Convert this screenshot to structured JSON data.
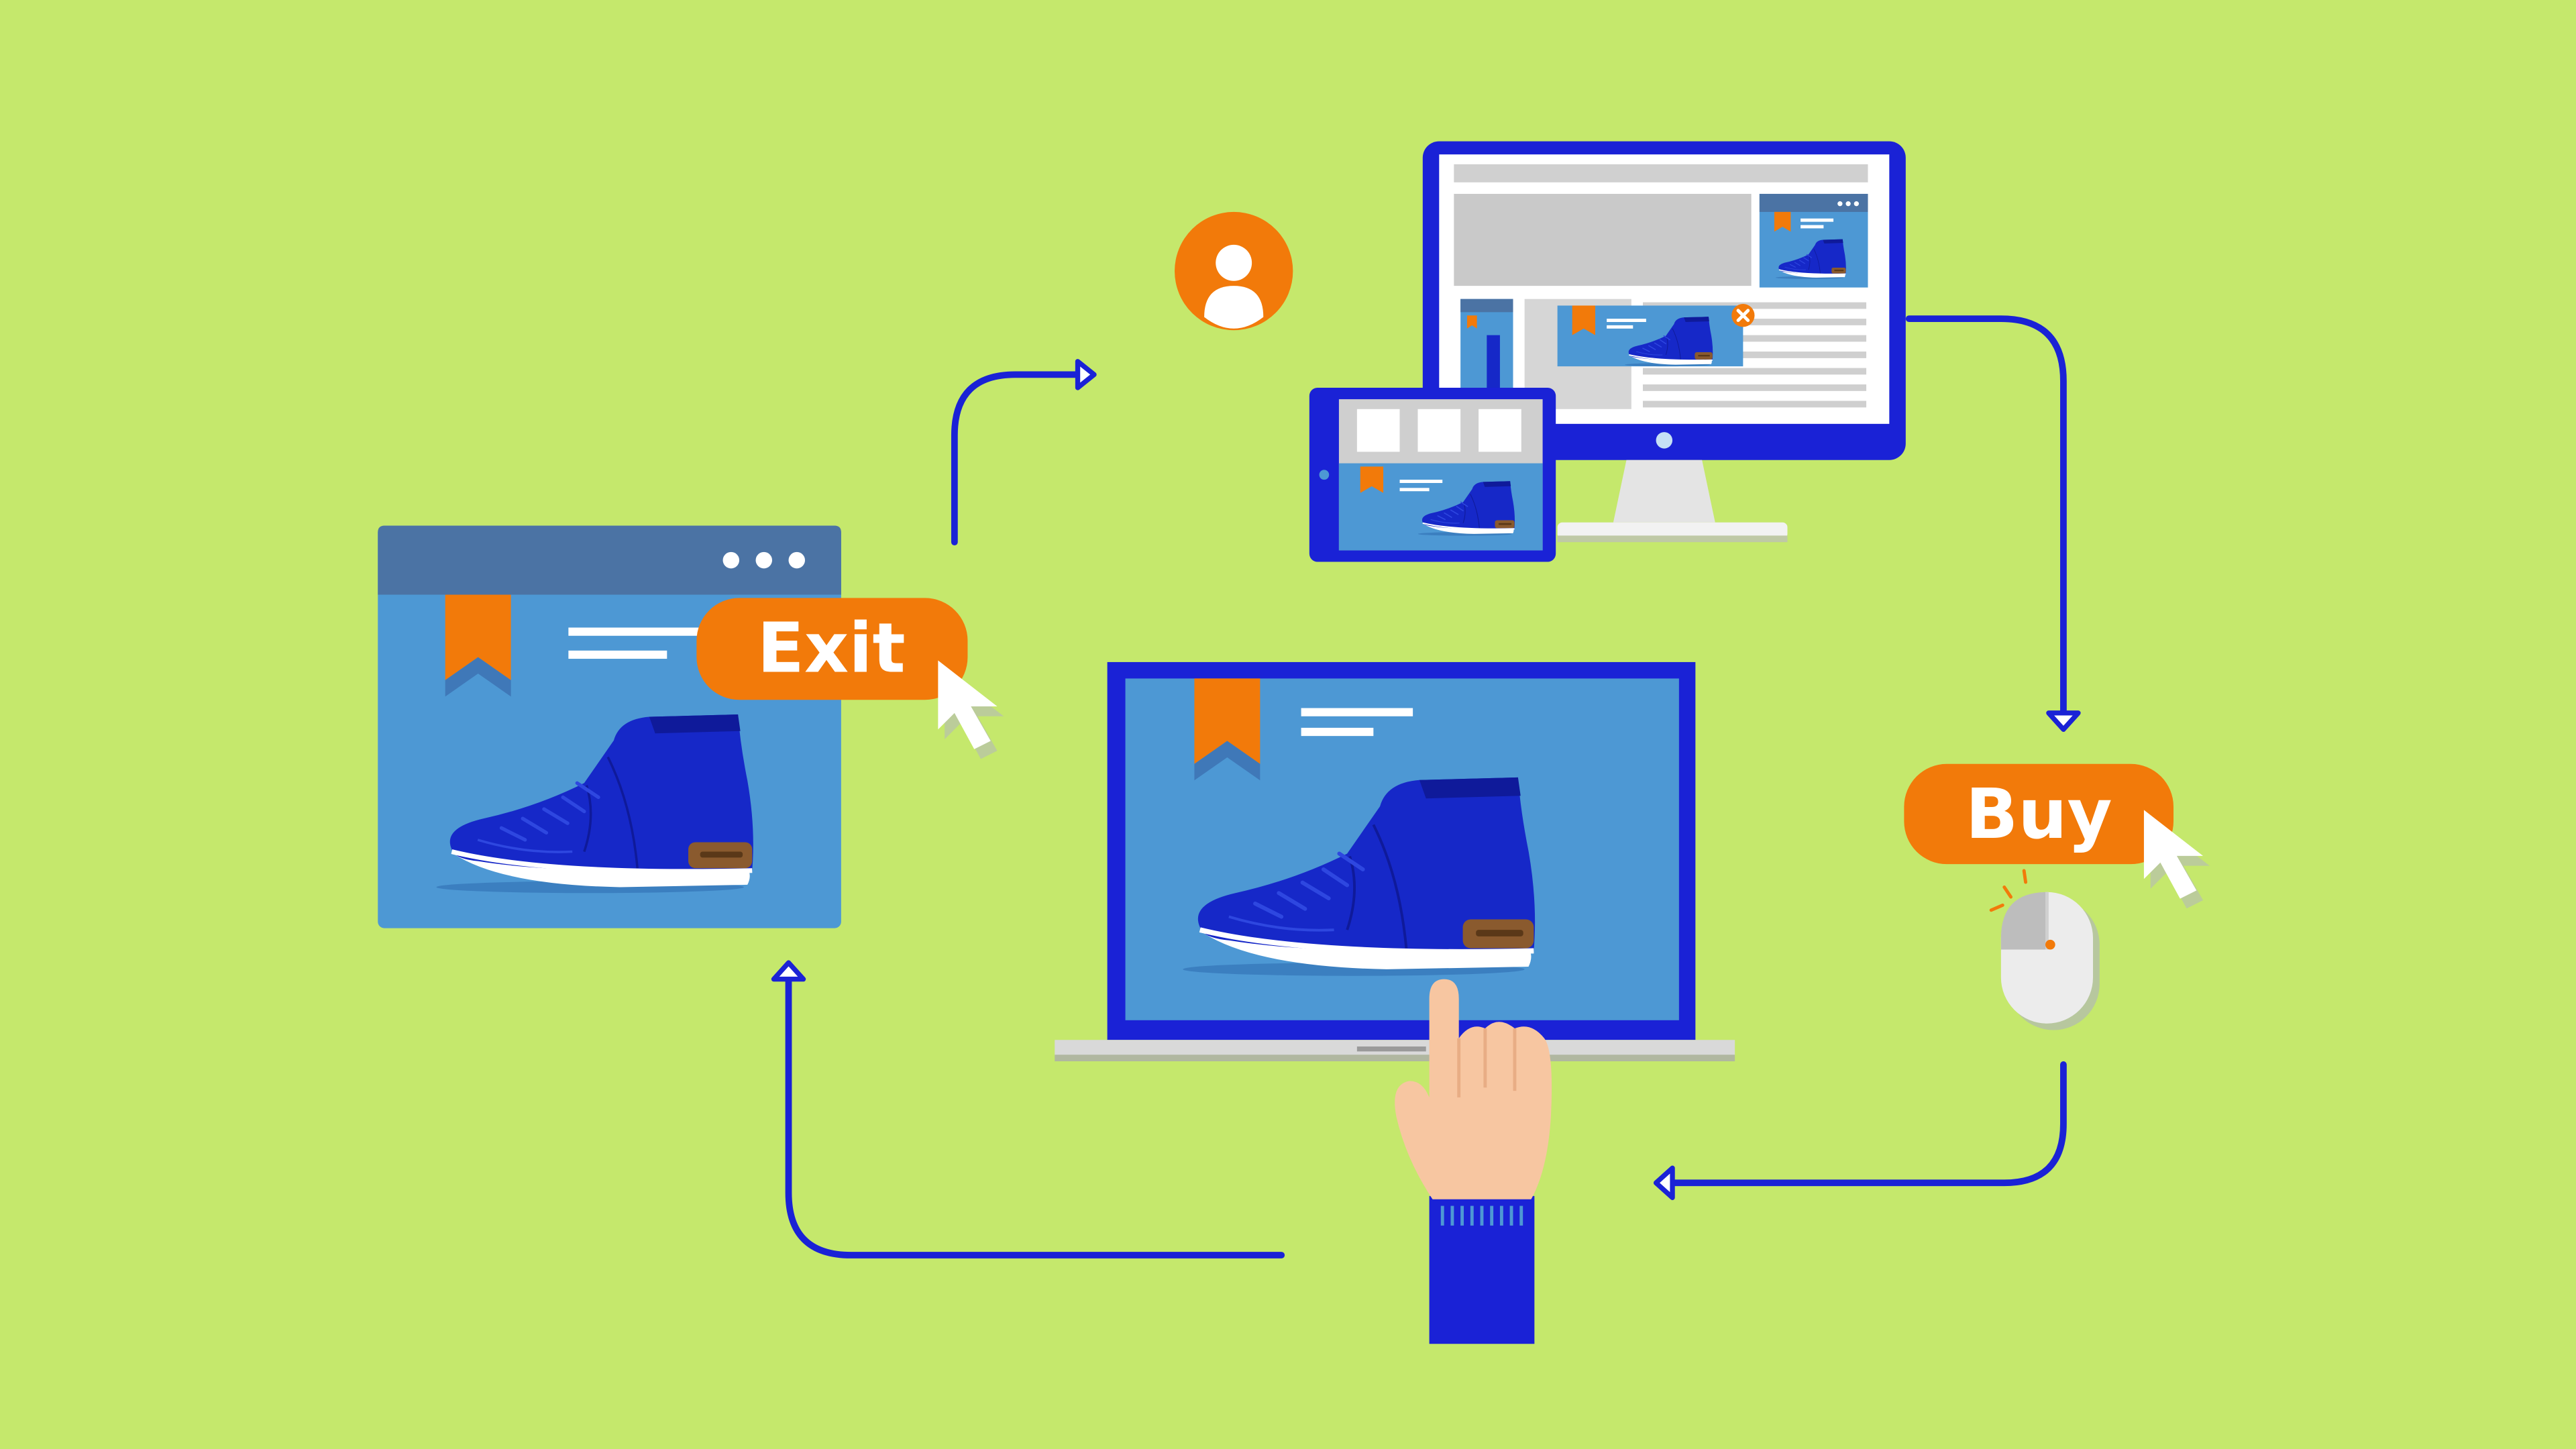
{
  "buttons": {
    "exit_label": "Exit",
    "buy_label": "Buy"
  },
  "colors": {
    "background": "#c5e86c",
    "navy": "#1a22d6",
    "window_blue": "#4d98d4",
    "title_bar": "#4b73a4",
    "orange": "#f27a0a",
    "shoe_blue": "#1628c8",
    "skin": "#f7c6a1"
  },
  "icons": {
    "user": "user-avatar-icon",
    "cursor": "arrow-cursor-icon",
    "mouse": "computer-mouse-icon",
    "bookmark": "bookmark-ribbon-icon",
    "close": "close-x-icon",
    "sneaker": "sneaker-product-image"
  }
}
